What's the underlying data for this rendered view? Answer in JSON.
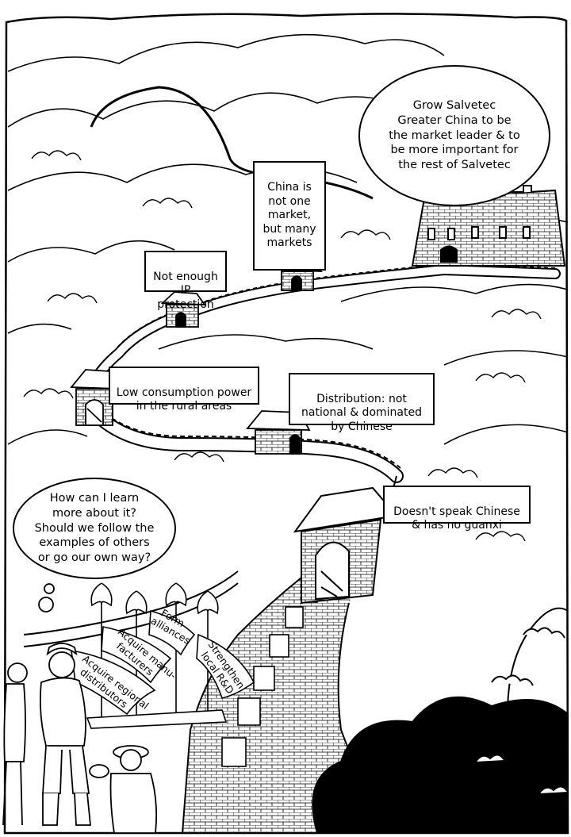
{
  "goal_bubble": "Grow Salvetec\nGreater China to be\nthe market leader & to\nbe more important for\nthe rest of Salvetec",
  "question_bubble": "How can I learn\nmore about it?\nShould we follow the\nexamples of others\nor go our own way?",
  "obstacles": {
    "china_markets": "China is\nnot one\nmarket,\nbut many\nmarkets",
    "ip_protection": "Not enough\nIP protection",
    "consumption": "Low consumption power\nin the rural areas",
    "distribution": "Distribution: not\nnational & dominated\nby Chinese",
    "language": "Doesn't speak Chinese\n& has no guanxi"
  },
  "options": {
    "alliances": [
      "Form",
      "alliances"
    ],
    "manufacturers": [
      "Acquire manu-",
      "facturers"
    ],
    "distributors": [
      "Acquire regional",
      "distributors"
    ],
    "rnd": [
      "Strengthen",
      "local R&D"
    ]
  }
}
